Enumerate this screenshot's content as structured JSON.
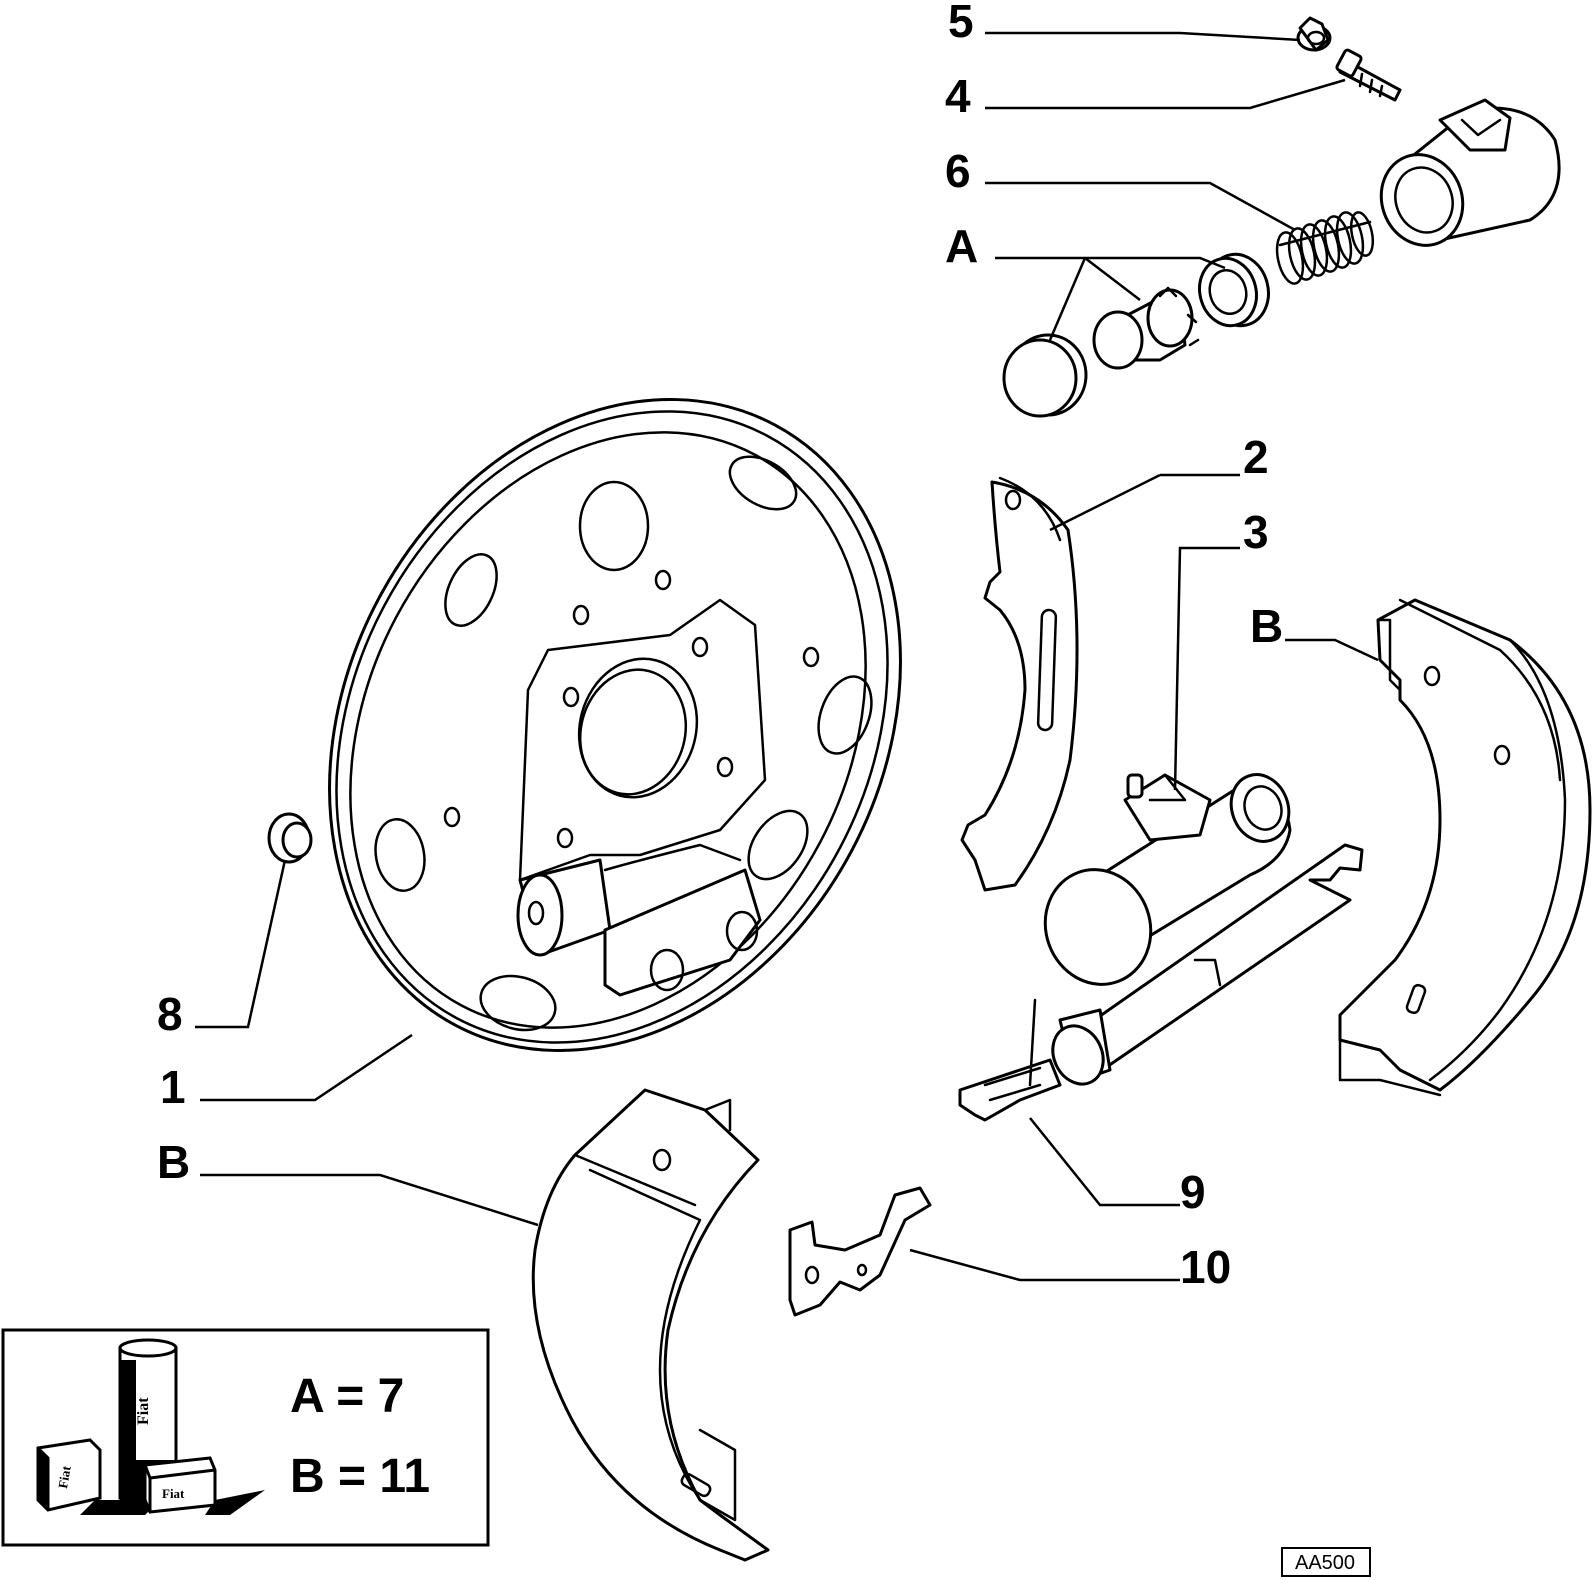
{
  "callouts": {
    "c5": "5",
    "c4": "4",
    "c6": "6",
    "cA": "A",
    "c2": "2",
    "c3": "3",
    "cB_right": "B",
    "c8": "8",
    "c1": "1",
    "cB_left": "B",
    "c9": "9",
    "c10": "10"
  },
  "legend": {
    "line_a": "A = 7",
    "line_b": "B = 11",
    "brand_1": "Fiat",
    "brand_2": "Fiat",
    "brand_3": "Fiat",
    "brand_4": "Fiat"
  },
  "reference": "AA500",
  "icons": [
    "brake-backing-plate-icon",
    "brake-shoe-icon",
    "wheel-cylinder-icon",
    "parts-kit-icon"
  ]
}
